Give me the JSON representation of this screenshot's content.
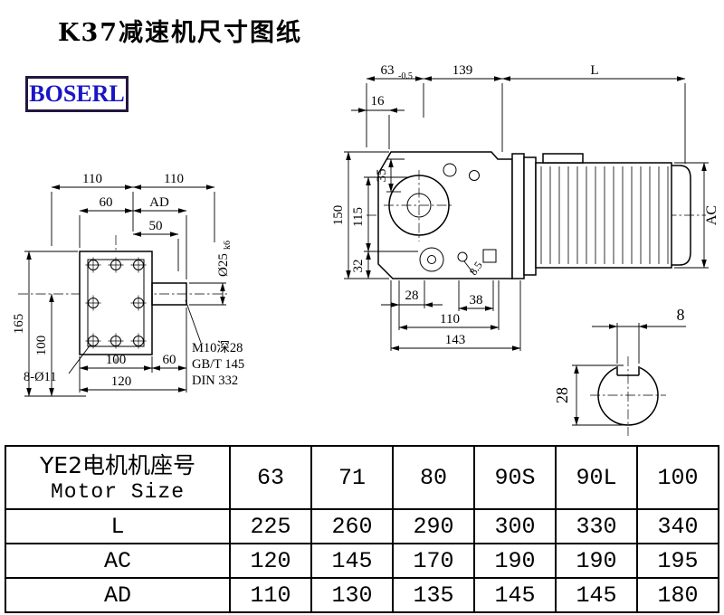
{
  "page": {
    "title": "K37减速机尺寸图纸",
    "brand": "BOSERL",
    "brand_color": "#1b16c4"
  },
  "left_view": {
    "dim_110_left": "110",
    "dim_110_right": "110",
    "dim_60_top": "60",
    "dim_AD": "AD",
    "dim_50": "50",
    "shaft_dia": "Ø25",
    "shaft_dia_tol": "k6",
    "dim_165": "165",
    "dim_100_left": "100",
    "dim_100_bottom": "100",
    "dim_60_bottom": "60",
    "dim_120": "120",
    "holes_label": "8-Ø11",
    "note_thread": "M10深28",
    "note_gb": "GB/T 145",
    "note_din": "DIN 332"
  },
  "front_view": {
    "dim_63": "63",
    "dim_63_tol": "-0.5",
    "dim_139": "139",
    "dim_L": "L",
    "dim_16": "16",
    "dim_35": "35",
    "dim_150": "150",
    "dim_115": "115",
    "dim_32": "32",
    "dim_28": "28",
    "dim_38": "38",
    "dim_110": "110",
    "dim_143": "143",
    "dim_8_5": "8.5",
    "dim_AC": "AC"
  },
  "shaft_section": {
    "key_width": "8",
    "shaft_height": "28"
  },
  "table": {
    "header_cn": "YE2电机机座号",
    "header_en": "Motor Size",
    "columns": [
      "63",
      "71",
      "80",
      "90S",
      "90L",
      "100"
    ],
    "rows": [
      {
        "label": "L",
        "values": [
          "225",
          "260",
          "290",
          "300",
          "330",
          "340"
        ]
      },
      {
        "label": "AC",
        "values": [
          "120",
          "145",
          "170",
          "190",
          "190",
          "195"
        ]
      },
      {
        "label": "AD",
        "values": [
          "110",
          "130",
          "135",
          "145",
          "145",
          "180"
        ]
      }
    ]
  }
}
